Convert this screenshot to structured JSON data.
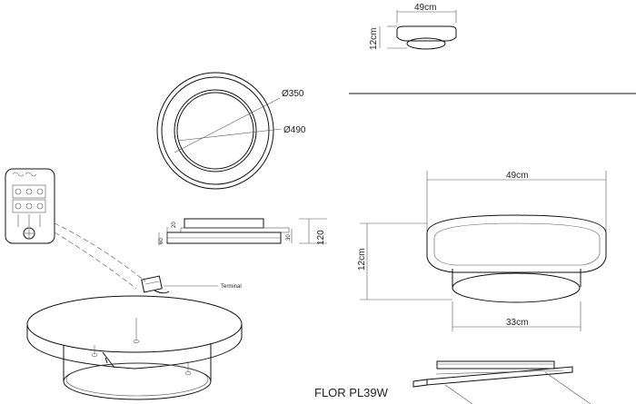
{
  "top_view": {
    "width_label": "49cm",
    "height_label": "12cm"
  },
  "ring_view": {
    "inner_diameter_label": "Ø350",
    "outer_diameter_label": "Ø490"
  },
  "section_view": {
    "label_20": "20",
    "label_60": "60",
    "label_30": "30",
    "label_120": "120"
  },
  "terminal": {
    "label": "Terminal"
  },
  "main_view": {
    "width_label": "49cm",
    "height_label": "12cm",
    "bottom_label": "33cm"
  },
  "product": {
    "name": "FLOR PL39W"
  }
}
